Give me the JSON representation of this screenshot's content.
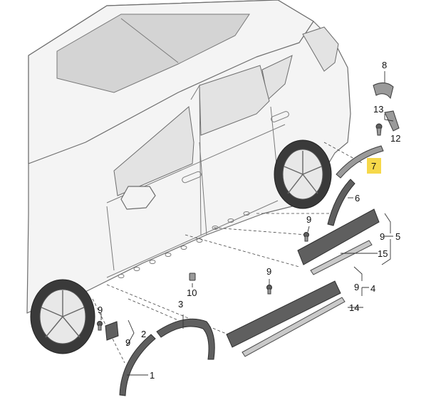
{
  "diagram": {
    "callouts": [
      {
        "id": "c1",
        "text": "1"
      },
      {
        "id": "c2",
        "text": "2"
      },
      {
        "id": "c3",
        "text": "3"
      },
      {
        "id": "c4",
        "text": "4"
      },
      {
        "id": "c5",
        "text": "5"
      },
      {
        "id": "c6",
        "text": "6"
      },
      {
        "id": "c7",
        "text": "7",
        "highlighted": true
      },
      {
        "id": "c8",
        "text": "8"
      },
      {
        "id": "c9a",
        "text": "9"
      },
      {
        "id": "c9b",
        "text": "9"
      },
      {
        "id": "c9c",
        "text": "9"
      },
      {
        "id": "c9d",
        "text": "9"
      },
      {
        "id": "c9e",
        "text": "9"
      },
      {
        "id": "c9f",
        "text": "9"
      },
      {
        "id": "c10",
        "text": "10"
      },
      {
        "id": "c12",
        "text": "12"
      },
      {
        "id": "c13",
        "text": "13"
      },
      {
        "id": "c14",
        "text": "14"
      },
      {
        "id": "c15",
        "text": "15"
      }
    ],
    "colors": {
      "highlight": "#f6d84a",
      "part_dark": "#5f5f5f",
      "line": "#6d6d6d"
    }
  }
}
